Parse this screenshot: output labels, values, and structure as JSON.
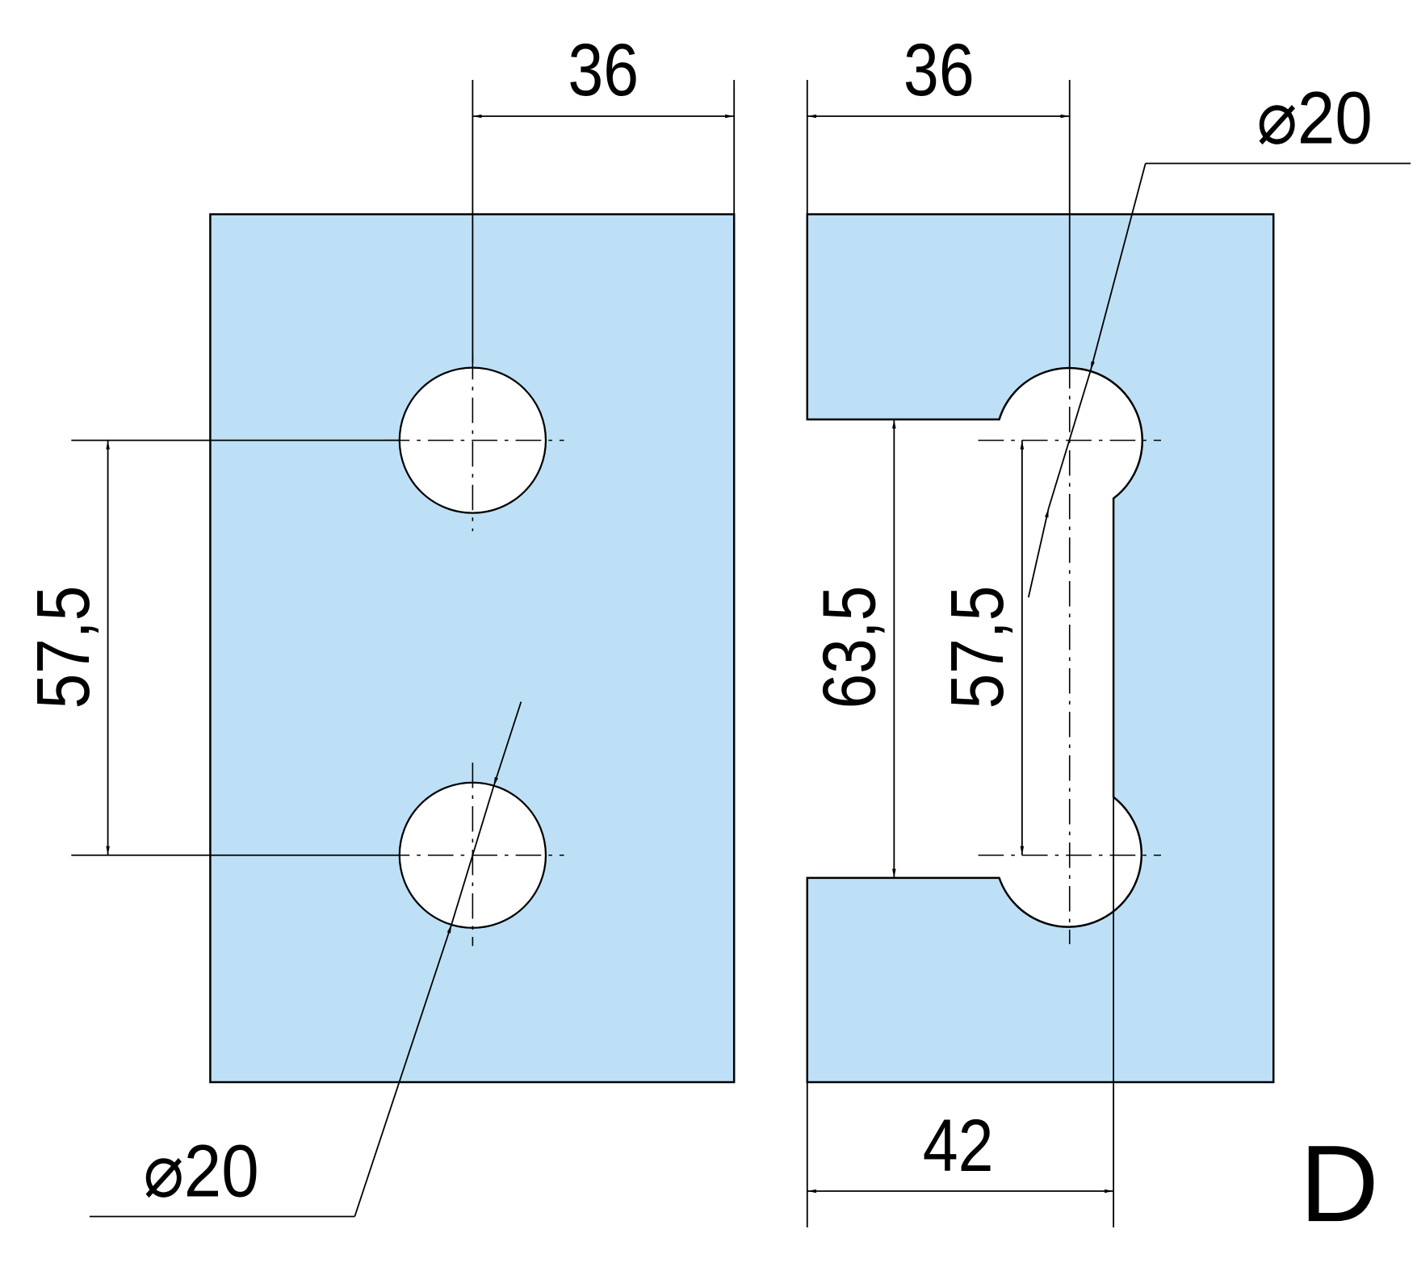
{
  "left_part": {
    "dim_width": "36",
    "dim_spacing": "57,5",
    "hole_diameter": "⌀20"
  },
  "right_part": {
    "dim_width": "36",
    "dim_slot": "63,5",
    "dim_spacing": "57,5",
    "dim_bottom": "42",
    "hole_diameter": "⌀20"
  },
  "label": "D",
  "colors": {
    "fill": "#bee0f6",
    "line": "#000000"
  }
}
